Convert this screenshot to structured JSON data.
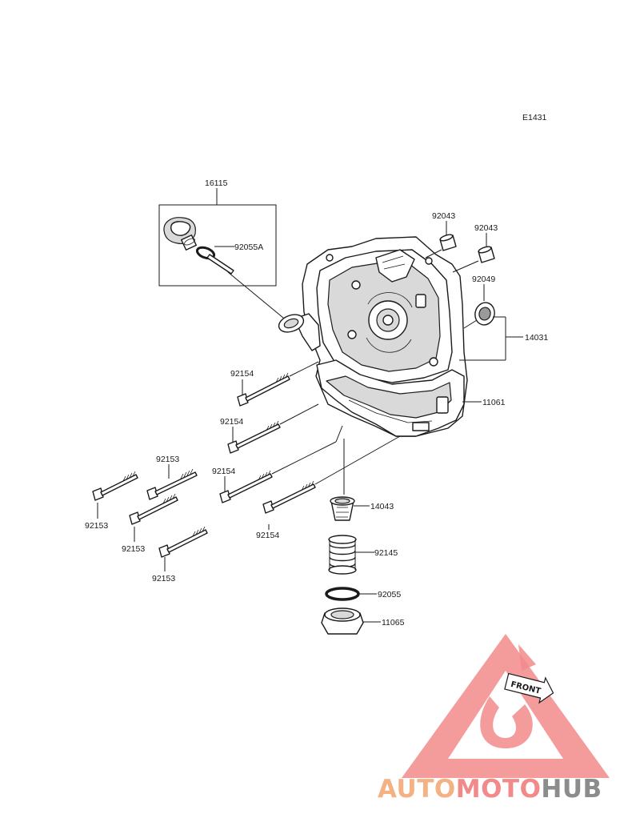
{
  "diagram": {
    "code": "E1431",
    "labels": {
      "l16115": "16115",
      "l92055A": "92055A",
      "l92043a": "92043",
      "l92043b": "92043",
      "l92049": "92049",
      "l14031": "14031",
      "l11061": "11061",
      "l92154a": "92154",
      "l92154b": "92154",
      "l92154c": "92154",
      "l92154d": "92154",
      "l92153a": "92153",
      "l92153b": "92153",
      "l92153c": "92153",
      "l92153d": "92153",
      "l14043": "14043",
      "l92145": "92145",
      "l92055": "92055",
      "l11065": "11065"
    }
  },
  "watermark": {
    "brand_part1": "AUTO",
    "brand_part2": "MOTO",
    "brand_part3": "HUB",
    "arrow_text": "FRONT",
    "colors": {
      "orange": "#f4b183",
      "red": "#f28a8a",
      "gray": "#8c8c8c"
    }
  }
}
